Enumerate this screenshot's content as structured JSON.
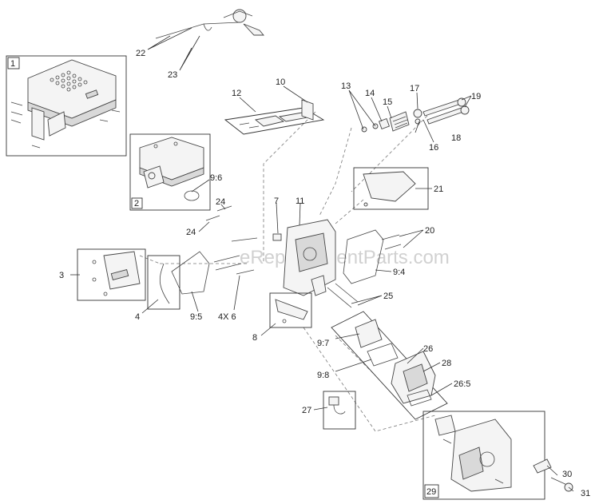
{
  "watermark": "eReplacementParts.com",
  "callouts": {
    "c22": "22",
    "c23": "23",
    "c12": "12",
    "c10": "10",
    "c13": "13",
    "c14": "14",
    "c15": "15",
    "c17": "17",
    "c19": "19",
    "c16": "16",
    "c18": "18",
    "c21": "21",
    "c9_6": "9:6",
    "c24a": "24",
    "c24b": "24",
    "c7": "7",
    "c11": "11",
    "c20": "20",
    "c3": "3",
    "c9_4": "9:4",
    "c25": "25",
    "c4": "4",
    "c9_5": "9:5",
    "c4x6": "4X 6",
    "c8": "8",
    "c9_7": "9:7",
    "c26": "26",
    "c28": "28",
    "c9_8": "9:8",
    "c26_5": "26:5",
    "c27": "27",
    "c30": "30",
    "c31": "31"
  },
  "boxes": {
    "b1": "1",
    "b2": "2",
    "b29": "29"
  }
}
